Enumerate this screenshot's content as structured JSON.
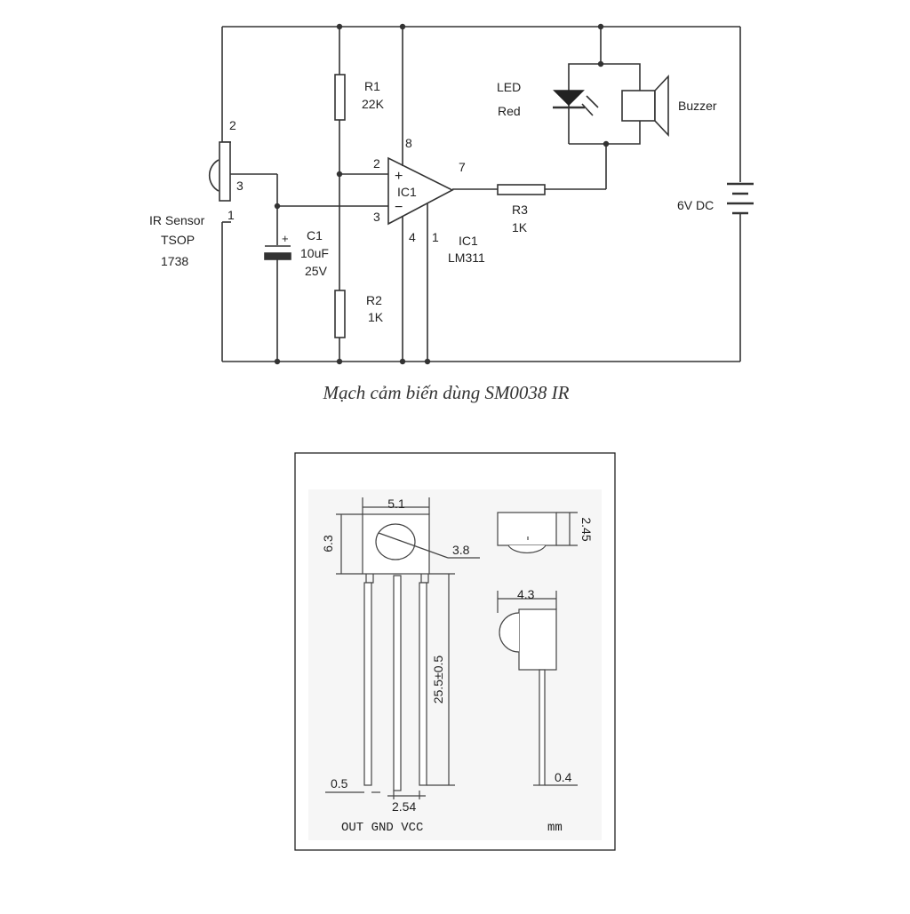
{
  "circuit": {
    "caption": "Mạch cảm biến dùng SM0038 IR",
    "sensor": {
      "name": "IR Sensor",
      "type": "TSOP",
      "code": "1738",
      "pin1": "1",
      "pin2": "2",
      "pin3": "3"
    },
    "r1": {
      "ref": "R1",
      "value": "22K"
    },
    "r2": {
      "ref": "R2",
      "value": "1K"
    },
    "r3": {
      "ref": "R3",
      "value": "1K"
    },
    "c1": {
      "ref": "C1",
      "value": "10uF",
      "voltage": "25V"
    },
    "ic1": {
      "ref": "IC1",
      "part": "LM311",
      "body_label": "IC1",
      "pin2": "2",
      "pin3": "3",
      "pin4": "4",
      "pin1": "1",
      "pin7": "7",
      "pin8": "8",
      "plus": "+",
      "minus": "−"
    },
    "led": {
      "line1": "LED",
      "line2": "Red"
    },
    "buzzer": {
      "label": "Buzzer"
    },
    "battery": {
      "label": "6V DC"
    }
  },
  "package": {
    "width": "5.1",
    "height": "6.3",
    "lens_diameter": "3.8",
    "side_height": "2.45",
    "side_width": "4.3",
    "lead_length": "25.5±0.5",
    "lead_width": "0.5",
    "lead_thickness": "0.4",
    "pitch": "2.54",
    "pins": "OUT  GND  VCC",
    "units": "mm"
  }
}
